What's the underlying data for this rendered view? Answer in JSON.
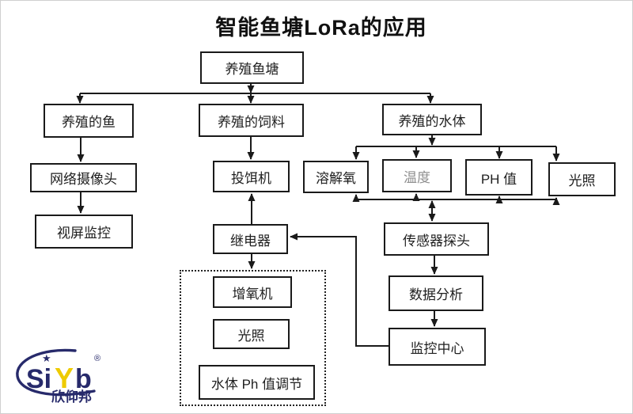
{
  "title": "智能鱼塘LoRa的应用",
  "nodes": {
    "pond": "养殖鱼塘",
    "fish": "养殖的鱼",
    "feed": "养殖的饲料",
    "water": "养殖的水体",
    "camera": "网络摄像头",
    "video": "视屏监控",
    "feeder": "投饵机",
    "relay": "继电器",
    "dissolved_oxygen": "溶解氧",
    "temperature": "温度",
    "ph": "PH 值",
    "light": "光照",
    "sensor": "传感器探头",
    "analysis": "数据分析",
    "center": "监控中心",
    "aerator": "增氧机",
    "light_control": "光照",
    "ph_adjust": "水体 Ph 值调节"
  },
  "edges": [
    {
      "from": "pond",
      "to": "fish"
    },
    {
      "from": "pond",
      "to": "feed"
    },
    {
      "from": "pond",
      "to": "water"
    },
    {
      "from": "fish",
      "to": "camera"
    },
    {
      "from": "camera",
      "to": "video"
    },
    {
      "from": "feed",
      "to": "feeder"
    },
    {
      "from": "relay",
      "to": "feeder"
    },
    {
      "from": "relay",
      "to": "control_group"
    },
    {
      "from": "center",
      "to": "relay"
    },
    {
      "from": "water",
      "to": "dissolved_oxygen"
    },
    {
      "from": "water",
      "to": "temperature"
    },
    {
      "from": "water",
      "to": "ph"
    },
    {
      "from": "water",
      "to": "light"
    },
    {
      "from": "sensor",
      "to": [
        "dissolved_oxygen",
        "temperature",
        "ph",
        "light"
      ],
      "bidirectional": true
    },
    {
      "from": "sensor",
      "to": "analysis"
    },
    {
      "from": "analysis",
      "to": "center"
    }
  ],
  "control_group_members": [
    "aerator",
    "light_control",
    "ph_adjust"
  ],
  "logo": {
    "brand_s": "Si",
    "brand_y": "Y",
    "brand_b": "b",
    "star": "★",
    "registered": "®",
    "name_cn": "欣仰邦"
  },
  "colors": {
    "line": "#1a1a1a",
    "temperature_text": "#8f8f8f",
    "logo_navy": "#272a6b",
    "logo_yellow": "#eecb00"
  }
}
